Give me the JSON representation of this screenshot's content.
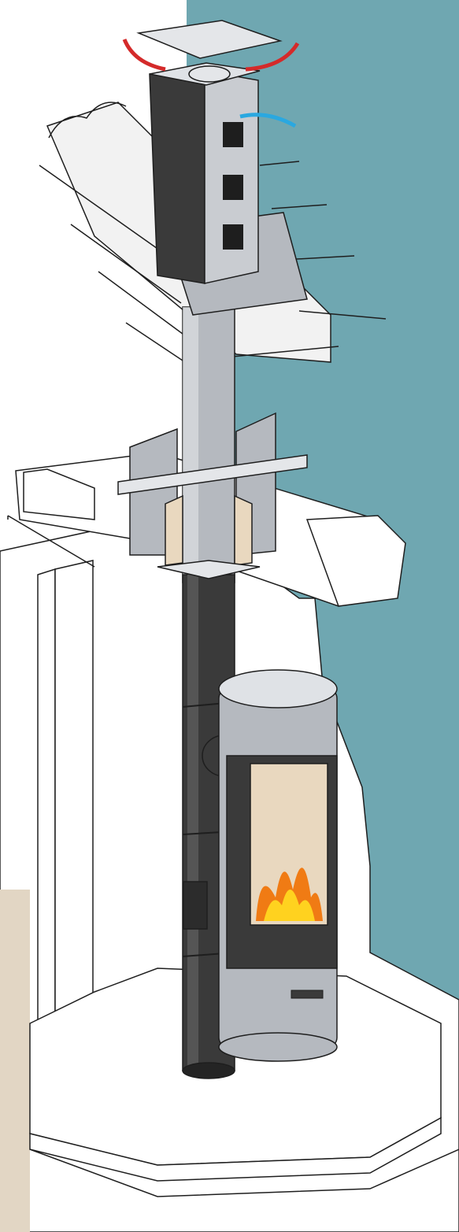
{
  "colors": {
    "teal_background": "#6fa7b1",
    "beige_panel": "#e2d6c4",
    "line": "#1e1e1e",
    "pipe_black": "#3a3a3a",
    "pipe_dark": "#242424",
    "steel_light": "#e4e6e9",
    "steel_mid": "#b5b9bf",
    "steel_dark": "#7b8088",
    "roof_tile": "#f2f2f2",
    "insulation": "#e9d8bf",
    "flame_yellow": "#ffd21f",
    "flame_orange": "#f07b14",
    "flame_red": "#d8331b",
    "exhaust_arrow": "#d42a2a",
    "intake_arrow": "#2aa8e0",
    "gasket_orange": "#e06a1d"
  },
  "components": [
    {
      "id": "rain-cap",
      "icon": "square-cap-icon"
    },
    {
      "id": "chimney-housing",
      "icon": "chimney-box-icon"
    },
    {
      "id": "housing-logo",
      "icon": "cat-logo-icon"
    },
    {
      "id": "ventilation-grilles",
      "count": 3,
      "icon": "grille-icon"
    },
    {
      "id": "roof-flashing",
      "icon": "flashing-icon"
    },
    {
      "id": "roof-tiles",
      "icon": "roof-icon"
    },
    {
      "id": "insulated-stainless-flue",
      "icon": "pipe-icon"
    },
    {
      "id": "ceiling-support",
      "icon": "support-bracket-icon"
    },
    {
      "id": "ceiling-insulation",
      "icon": "insulation-icon"
    },
    {
      "id": "black-stove-pipe",
      "icon": "pipe-icon"
    },
    {
      "id": "t-connector",
      "icon": "tee-icon"
    },
    {
      "id": "cleanout-door",
      "icon": "door-icon"
    },
    {
      "id": "wood-stove",
      "icon": "stove-icon"
    },
    {
      "id": "fire",
      "icon": "flame-icon"
    }
  ],
  "airflow": [
    {
      "id": "exhaust-left",
      "direction": "up-left",
      "icon": "arrow-curve-icon"
    },
    {
      "id": "exhaust-right",
      "direction": "up-right",
      "icon": "arrow-curve-icon"
    },
    {
      "id": "fresh-air-intake",
      "direction": "in-down",
      "icon": "arrow-curve-icon"
    }
  ]
}
